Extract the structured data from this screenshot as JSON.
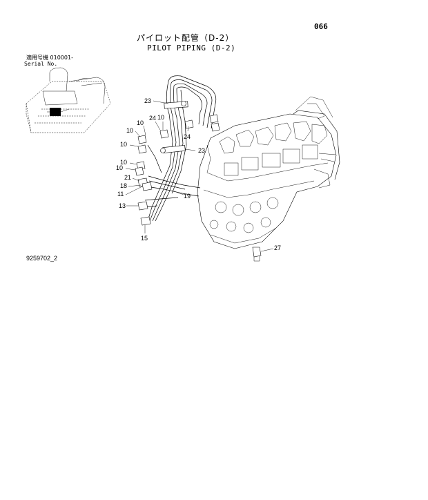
{
  "header": {
    "page_number": "066",
    "title_jp": "パイロット配管（D-2）",
    "title_en": "PILOT PIPING (D-2)"
  },
  "serial": {
    "label_jp": "適用号機 010001-",
    "label_en": "Serial No."
  },
  "drawing_id": "9259702_2",
  "callouts": [
    "23",
    "24",
    "10",
    "10",
    "10",
    "10",
    "10",
    "24",
    "23",
    "21",
    "18",
    "11",
    "13",
    "15",
    "19",
    "27"
  ]
}
